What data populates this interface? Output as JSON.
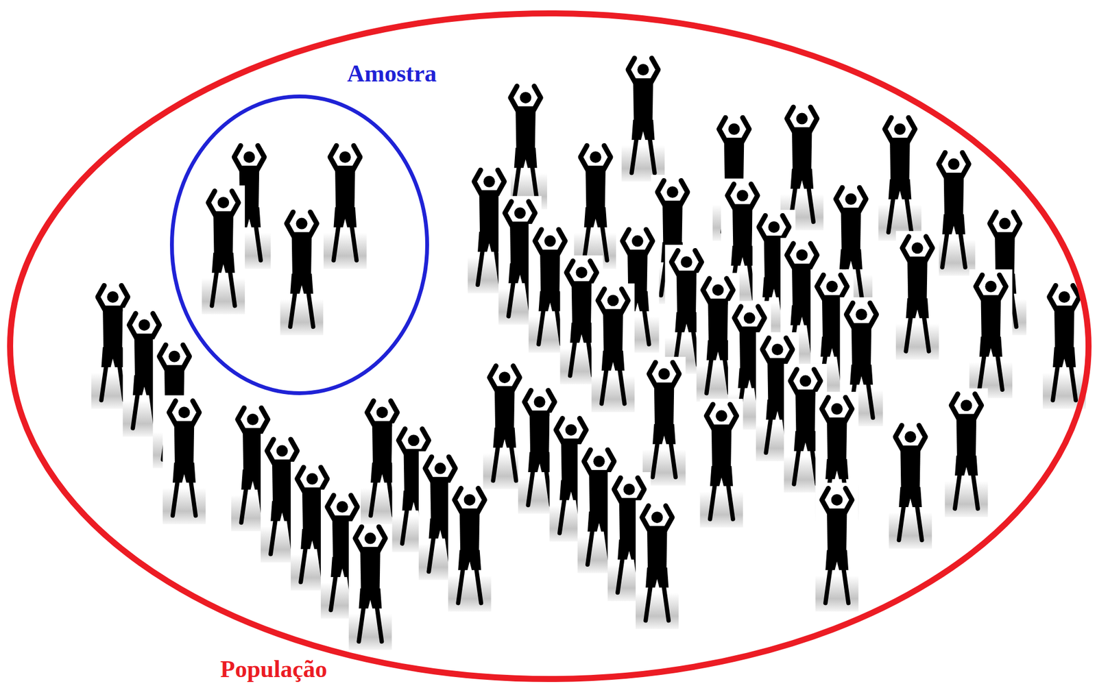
{
  "diagram": {
    "nodes": [
      {
        "text": [
          "População"
        ]
      },
      {
        "text": [
          "Amostra"
        ],
        "in": 0
      }
    ]
  }
}
